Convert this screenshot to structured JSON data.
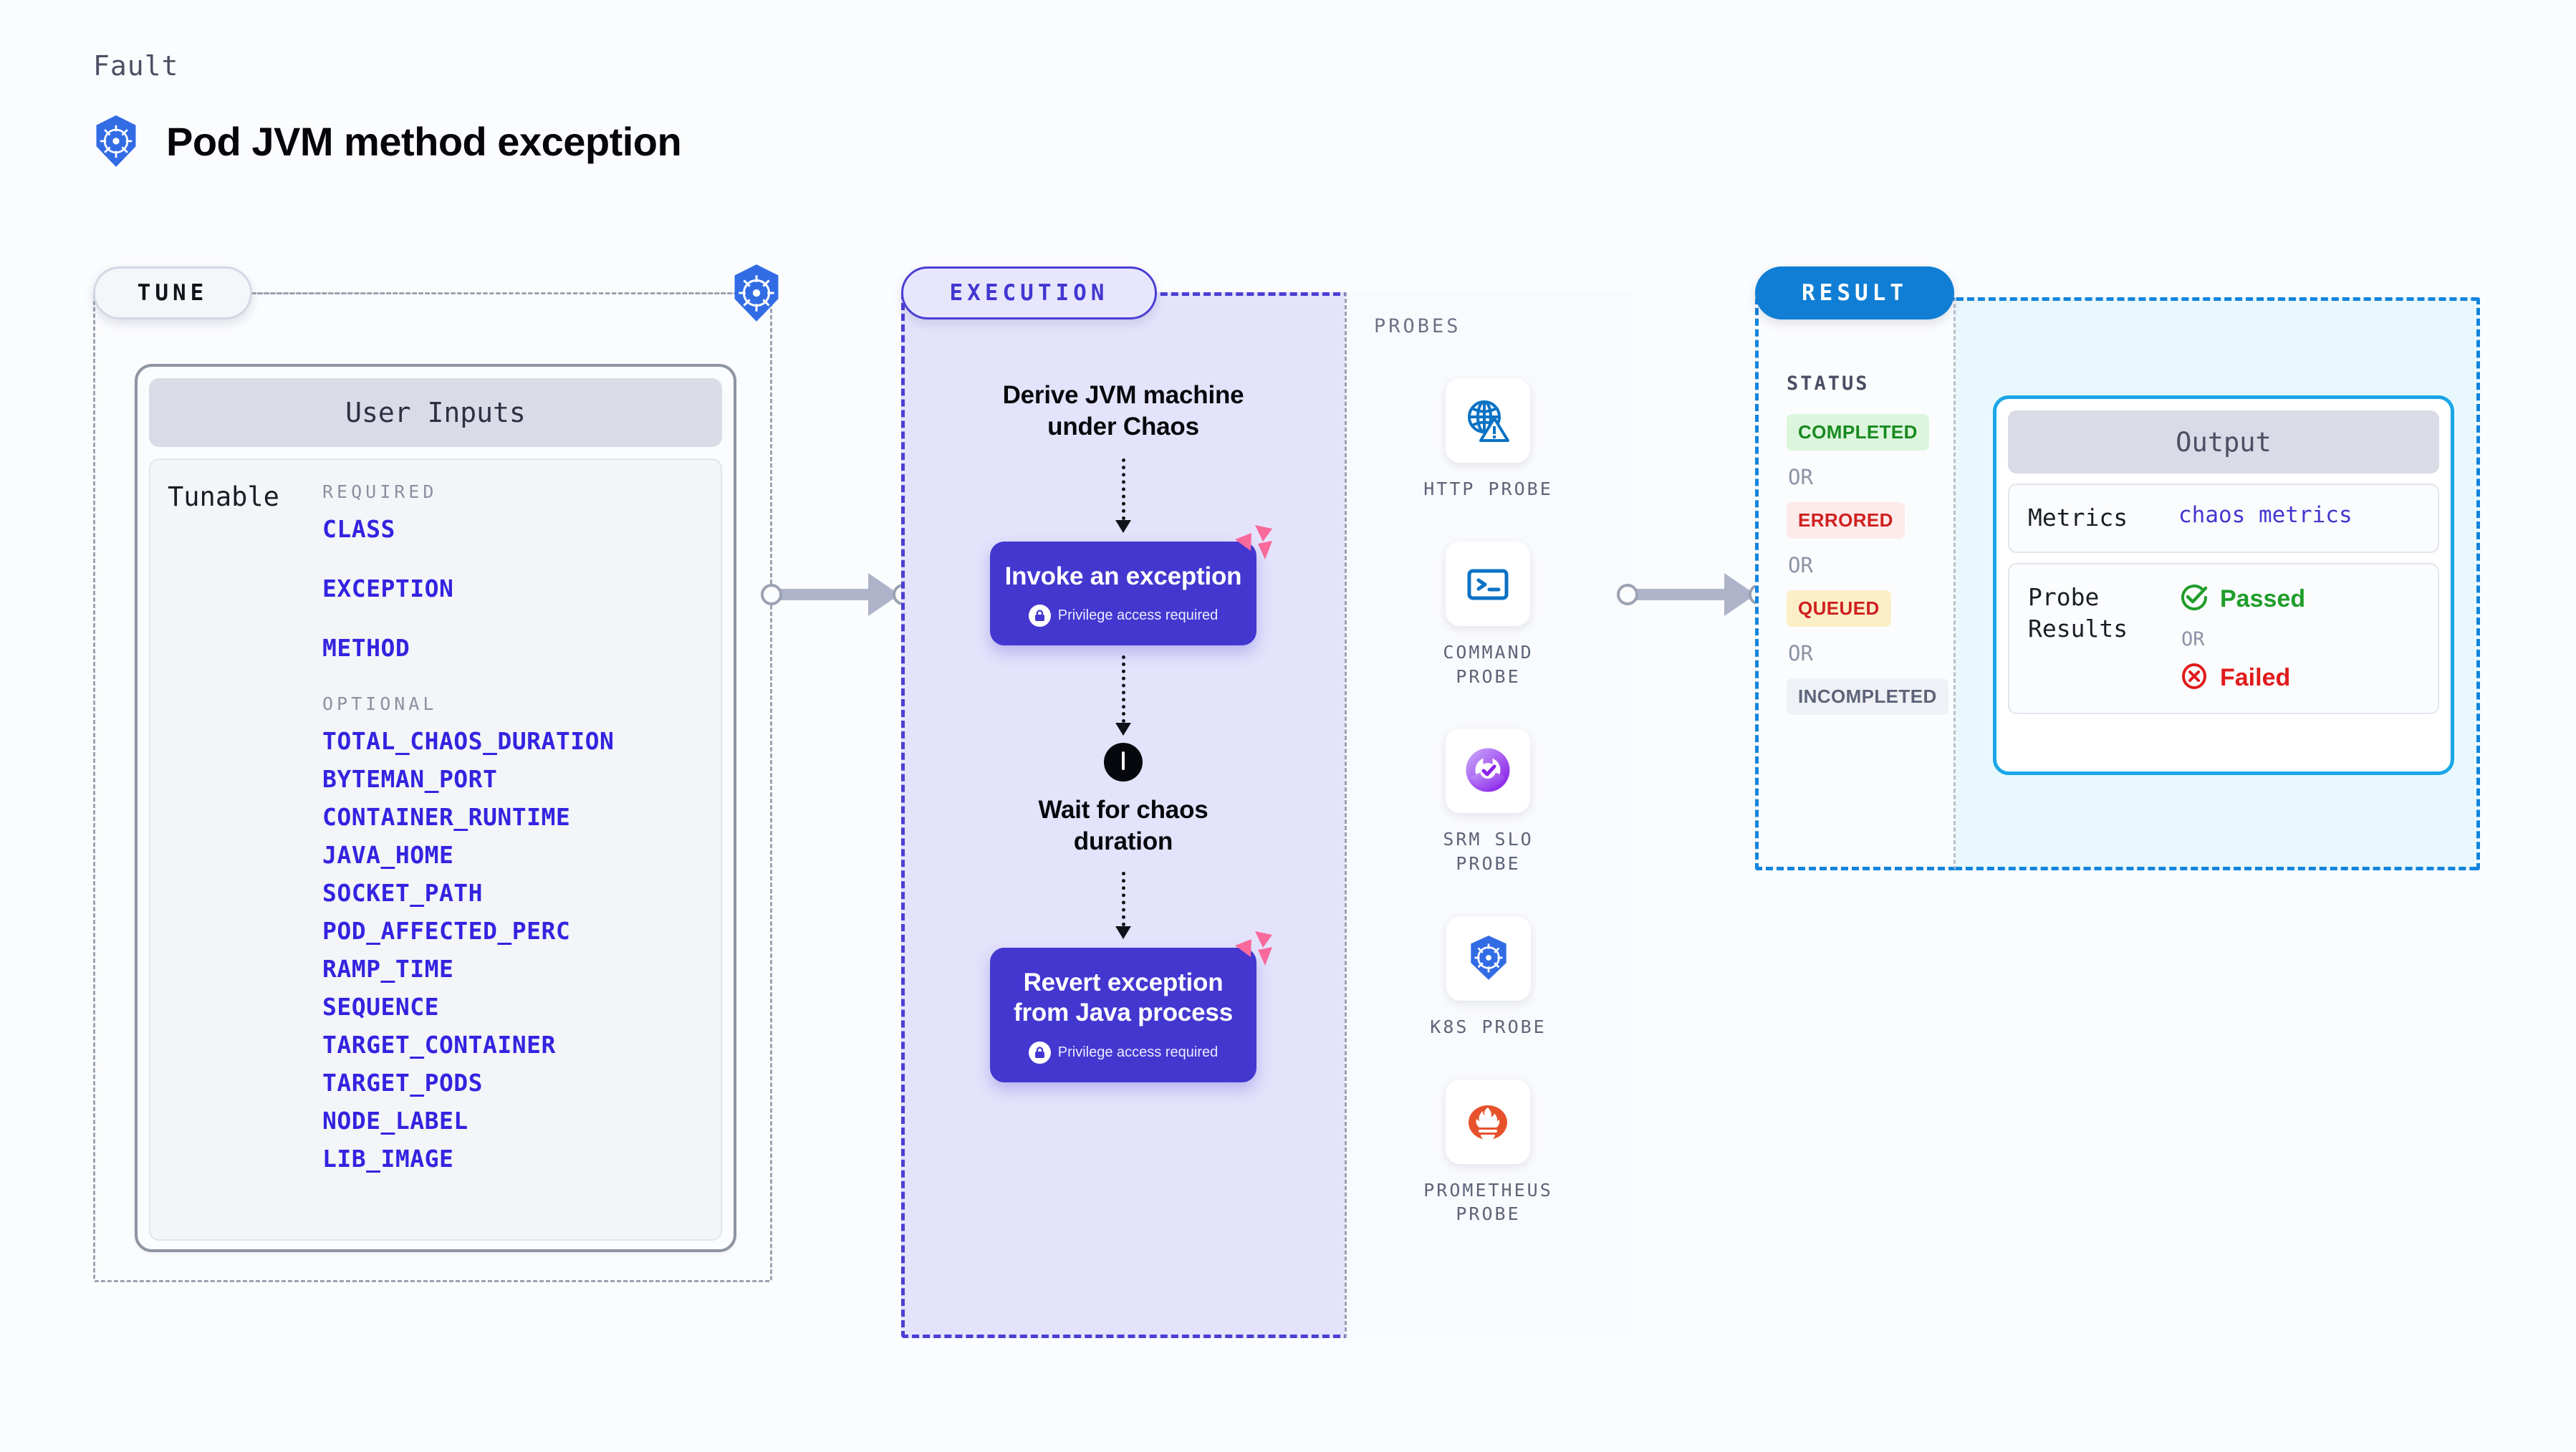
{
  "header": {
    "kicker": "Fault",
    "title": "Pod JVM method exception",
    "icon": "kubernetes-icon"
  },
  "sections": {
    "tune": {
      "label": "TUNE",
      "edge_icon": "kubernetes-icon"
    },
    "execution": {
      "label": "EXECUTION"
    },
    "probes": {
      "label": "PROBES"
    },
    "result": {
      "label": "RESULT"
    }
  },
  "user_inputs": {
    "card_title": "User Inputs",
    "row_label": "Tunable",
    "required_label": "REQUIRED",
    "required": [
      "CLASS",
      "EXCEPTION",
      "METHOD"
    ],
    "optional_label": "OPTIONAL",
    "optional": [
      "TOTAL_CHAOS_DURATION",
      "BYTEMAN_PORT",
      "CONTAINER_RUNTIME",
      "JAVA_HOME",
      "SOCKET_PATH",
      "POD_AFFECTED_PERC",
      "RAMP_TIME",
      "SEQUENCE",
      "TARGET_CONTAINER",
      "TARGET_PODS",
      "NODE_LABEL",
      "LIB_IMAGE"
    ]
  },
  "execution_flow": {
    "step1": "Derive JVM machine\nunder Chaos",
    "box1": {
      "title": "Invoke an exception",
      "note": "Privilege access required",
      "note_icon": "lock-icon",
      "badge_icon": "litmus-logo-icon"
    },
    "wait": {
      "icon": "clock-icon",
      "label": "Wait for chaos\nduration"
    },
    "box2": {
      "title": "Revert exception\nfrom Java process",
      "note": "Privilege access required",
      "note_icon": "lock-icon",
      "badge_icon": "litmus-logo-icon"
    }
  },
  "probes": [
    {
      "name": "HTTP  PROBE",
      "icon": "globe-warning-icon"
    },
    {
      "name": "COMMAND\nPROBE",
      "icon": "terminal-icon"
    },
    {
      "name": "SRM  SLO\nPROBE",
      "icon": "srm-slo-icon"
    },
    {
      "name": "K8S  PROBE",
      "icon": "kubernetes-icon"
    },
    {
      "name": "PROMETHEUS\nPROBE",
      "icon": "prometheus-icon"
    }
  ],
  "result": {
    "status_label": "STATUS",
    "or_label": "OR",
    "statuses": [
      {
        "label": "COMPLETED",
        "bg": "#dcf5dd",
        "fg": "#178a1f"
      },
      {
        "label": "ERRORED",
        "bg": "#fdeaea",
        "fg": "#cf2020"
      },
      {
        "label": "QUEUED",
        "bg": "#fcefc7",
        "fg": "#cf2020"
      },
      {
        "label": "INCOMPLETED",
        "bg": "#eff1f6",
        "fg": "#5e6478"
      }
    ]
  },
  "output": {
    "card_title": "Output",
    "metrics_key": "Metrics",
    "metrics_value": "chaos metrics",
    "probe_results_key": "Probe\nResults",
    "passed_label": "Passed",
    "passed_icon": "check-circle-icon",
    "or_label": "OR",
    "failed_label": "Failed",
    "failed_icon": "x-circle-icon"
  },
  "colors": {
    "page_bg": "#fbfcfe",
    "k8s_blue": "#326ce5",
    "exec_purple": "#4337d0",
    "exec_panel_bg": "#e4e3fb",
    "result_blue": "#0f7ed4",
    "output_cyan": "#1aa6e8",
    "output_panel_bg": "#e8f8fd",
    "param_blue": "#3423e0",
    "litmus_pink": "#f9699c"
  }
}
